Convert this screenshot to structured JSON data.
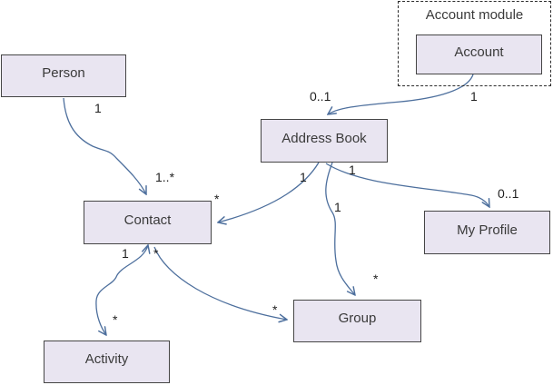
{
  "diagram": {
    "type": "uml-entity-relationship",
    "nodes": {
      "person": {
        "label": "Person"
      },
      "account_module": {
        "label": "Account module",
        "style": "dashed-container"
      },
      "account": {
        "label": "Account",
        "container": "Account module"
      },
      "address_book": {
        "label": "Address Book"
      },
      "contact": {
        "label": "Contact"
      },
      "my_profile": {
        "label": "My Profile"
      },
      "group": {
        "label": "Group"
      },
      "activity": {
        "label": "Activity"
      }
    },
    "edges": {
      "person_contact": {
        "from": "Person",
        "to": "Contact",
        "from_label": "1",
        "to_label": "1..*"
      },
      "account_addressbook": {
        "from": "Account",
        "to": "Address Book",
        "from_label": "1",
        "to_label": "0..1"
      },
      "addressbook_contact": {
        "from": "Address Book",
        "to": "Contact",
        "from_label": "1",
        "to_label": "*"
      },
      "addressbook_myprofile": {
        "from": "Address Book",
        "to": "My Profile",
        "from_label": "1",
        "to_label": "0..1"
      },
      "addressbook_group": {
        "from": "Address Book",
        "to": "Group",
        "from_label": "1",
        "to_label": "*"
      },
      "contact_activity": {
        "from": "Contact",
        "to": "Activity",
        "from_label": "1",
        "to_label": "*"
      },
      "contact_group": {
        "from": "Contact",
        "to": "Group",
        "from_label": "*",
        "to_label": "*"
      }
    },
    "colors": {
      "node_fill": "#e9e5f1",
      "node_border": "#454545",
      "connector": "#4d6f9d",
      "label_text": "#1f1f1f",
      "node_text": "#3a3a3a",
      "background": "#ffffff"
    }
  }
}
